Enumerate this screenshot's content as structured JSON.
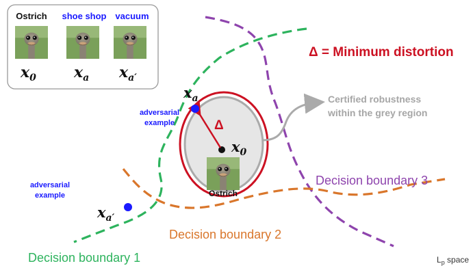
{
  "examples": {
    "items": [
      {
        "label": "Ostrich",
        "label_color": "#111111",
        "sym": "x",
        "sub": "0"
      },
      {
        "label": "shoe shop",
        "label_color": "#1a1aff",
        "sym": "x",
        "sub": "a"
      },
      {
        "label": "vacuum",
        "label_color": "#1a1aff",
        "sym": "x",
        "sub": "a′"
      }
    ]
  },
  "annotations": {
    "min_distortion": "Δ = Minimum distortion",
    "delta": "Δ",
    "certified_line1": "Certified robustness",
    "certified_line2": "within the grey region",
    "adv1_line1": "adversarial",
    "adv1_line2": "example",
    "adv2_line1": "adversarial",
    "adv2_line2": "example",
    "center_label": "Ostrich",
    "xa_sym": "x",
    "xa_sub": "a",
    "x0_sym": "x",
    "x0_sub": "0",
    "xap_sym": "x",
    "xap_sub": "a′",
    "lp_main": "L",
    "lp_sub": "p",
    "lp_rest": " space"
  },
  "boundaries": {
    "b1": {
      "label": "Decision boundary 1",
      "color": "#2db35d"
    },
    "b2": {
      "label": "Decision boundary 2",
      "color": "#d9762b"
    },
    "b3": {
      "label": "Decision boundary 3",
      "color": "#8e44ad"
    }
  },
  "colors": {
    "red": "#cc1122",
    "blue": "#1a1aff",
    "grey_region": "#e6e6e6",
    "grey_arrow": "#aaaaaa"
  }
}
